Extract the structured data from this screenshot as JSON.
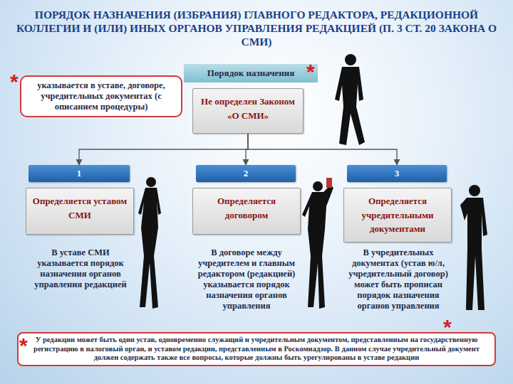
{
  "diagram": {
    "title": "ПОРЯДОК НАЗНАЧЕНИЯ (ИЗБРАНИЯ) ГЛАВНОГО РЕДАКТОРА, РЕДАКЦИОННОЙ КОЛЛЕГИИ И (ИЛИ) ИНЫХ ОРГАНОВ УПРАВЛЕНИЯ РЕДАКЦИЕЙ (П. 3 СТ. 20 ЗАКОНА О СМИ)",
    "nodes": [
      {
        "text": [
          "Порядок назначения"
        ]
      },
      {
        "text": [
          "Не определен Законом «О СМИ»"
        ]
      },
      {
        "text": [
          "указывается в уставе, договоре, учредительных документах (с описанием процедуры)"
        ]
      },
      {
        "text": [
          "1"
        ]
      },
      {
        "text": [
          "Определяется уставом СМИ"
        ]
      },
      {
        "text": [
          "2"
        ]
      },
      {
        "text": [
          "Определяется договором"
        ]
      },
      {
        "text": [
          "3"
        ]
      },
      {
        "text": [
          "Определяется учредительными документами"
        ]
      },
      {
        "text": [
          "У редакции может быть один устав, одновременно служащий и учредительным документом, представленным на государственную регистрацию в налоговый орган, и уставом редакции, представленным в Роскомнадзор. В данном случае учредительный документ должен содержать также все вопросы, которые должны быть урегулированы в уставе редакции"
        ]
      }
    ],
    "edges": [
      {
        "from": 1,
        "to": 3,
        "arrow": "to"
      },
      {
        "from": 1,
        "to": 5,
        "arrow": "to"
      },
      {
        "from": 1,
        "to": 7,
        "arrow": "to"
      }
    ],
    "labels": [
      "В уставе СМИ указывается порядок назначения органов управления редакцией",
      "В договоре между учредителем и главным редактором (редакцией) указывается порядок назначения органов управления",
      "В учредительных документах (устав ю/л, учредительный договор) может быть прописан порядок назначения органов управления",
      "*",
      "*",
      "*",
      "*"
    ]
  }
}
